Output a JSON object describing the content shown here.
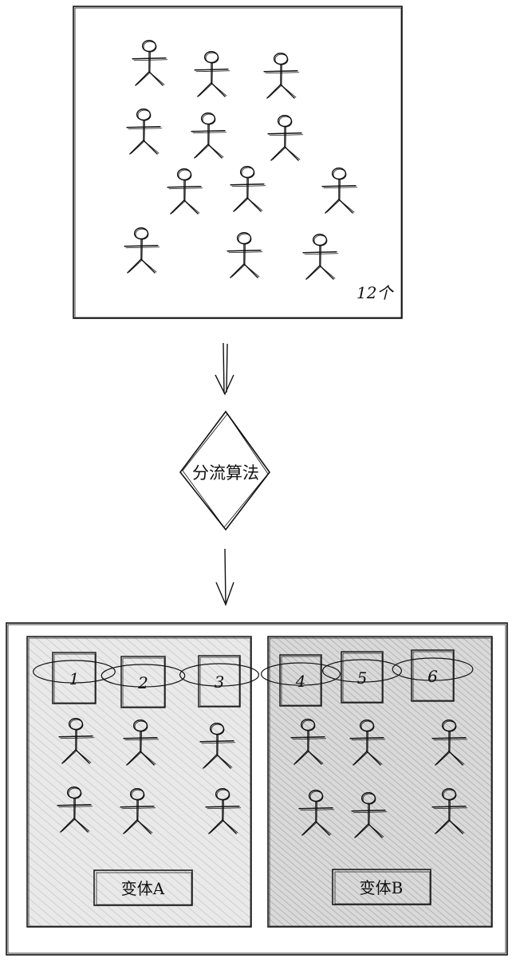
{
  "population": {
    "count_label": "12个",
    "person_count": 12
  },
  "algorithm": {
    "label": "分流算法"
  },
  "variants": [
    {
      "label": "变体A",
      "fill": "#e4e4e4",
      "user_ids": [
        "1",
        "2",
        "3"
      ]
    },
    {
      "label": "变体B",
      "fill": "#cfcfcf",
      "user_ids": [
        "4",
        "5",
        "6"
      ]
    }
  ],
  "colors": {
    "stroke": "#111111",
    "background": "#ffffff",
    "hatch": "#b0b0b0"
  }
}
